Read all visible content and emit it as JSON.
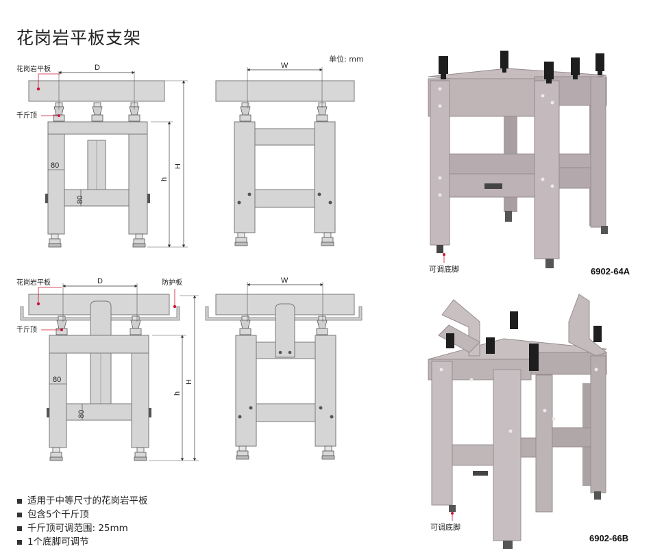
{
  "page": {
    "title": "花岗岩平板支架",
    "unit_label": "单位: mm"
  },
  "drawings": {
    "top_front": {
      "granite_label": "花岗岩平板",
      "jack_label": "千斤顶",
      "dim_d": "D",
      "dim_h": "H",
      "dim_h_small": "h",
      "dim_80_h": "80",
      "dim_80_v": "80"
    },
    "top_side": {
      "dim_w": "W"
    },
    "bottom_front": {
      "granite_label": "花岗岩平板",
      "guard_label": "防护板",
      "jack_label": "千斤顶",
      "dim_d": "D",
      "dim_h": "H",
      "dim_h_small": "h",
      "dim_80_h": "80",
      "dim_80_v": "80"
    },
    "bottom_side": {
      "dim_w": "W"
    }
  },
  "photos": [
    {
      "model": "6902-64A",
      "foot_label": "可调底脚"
    },
    {
      "model": "6902-66B",
      "foot_label": "可调底脚"
    }
  ],
  "features": [
    "适用于中等尺寸的花岗岩平板",
    "包含5个千斤顶",
    "千斤顶可调范围: 25mm",
    "1个底脚可调节"
  ],
  "colors": {
    "stand_fill": "#d5d5d5",
    "stand_stroke": "#7a7a7a",
    "accent_red": "#cc1133",
    "photo_metal": "#b8aeb0"
  }
}
